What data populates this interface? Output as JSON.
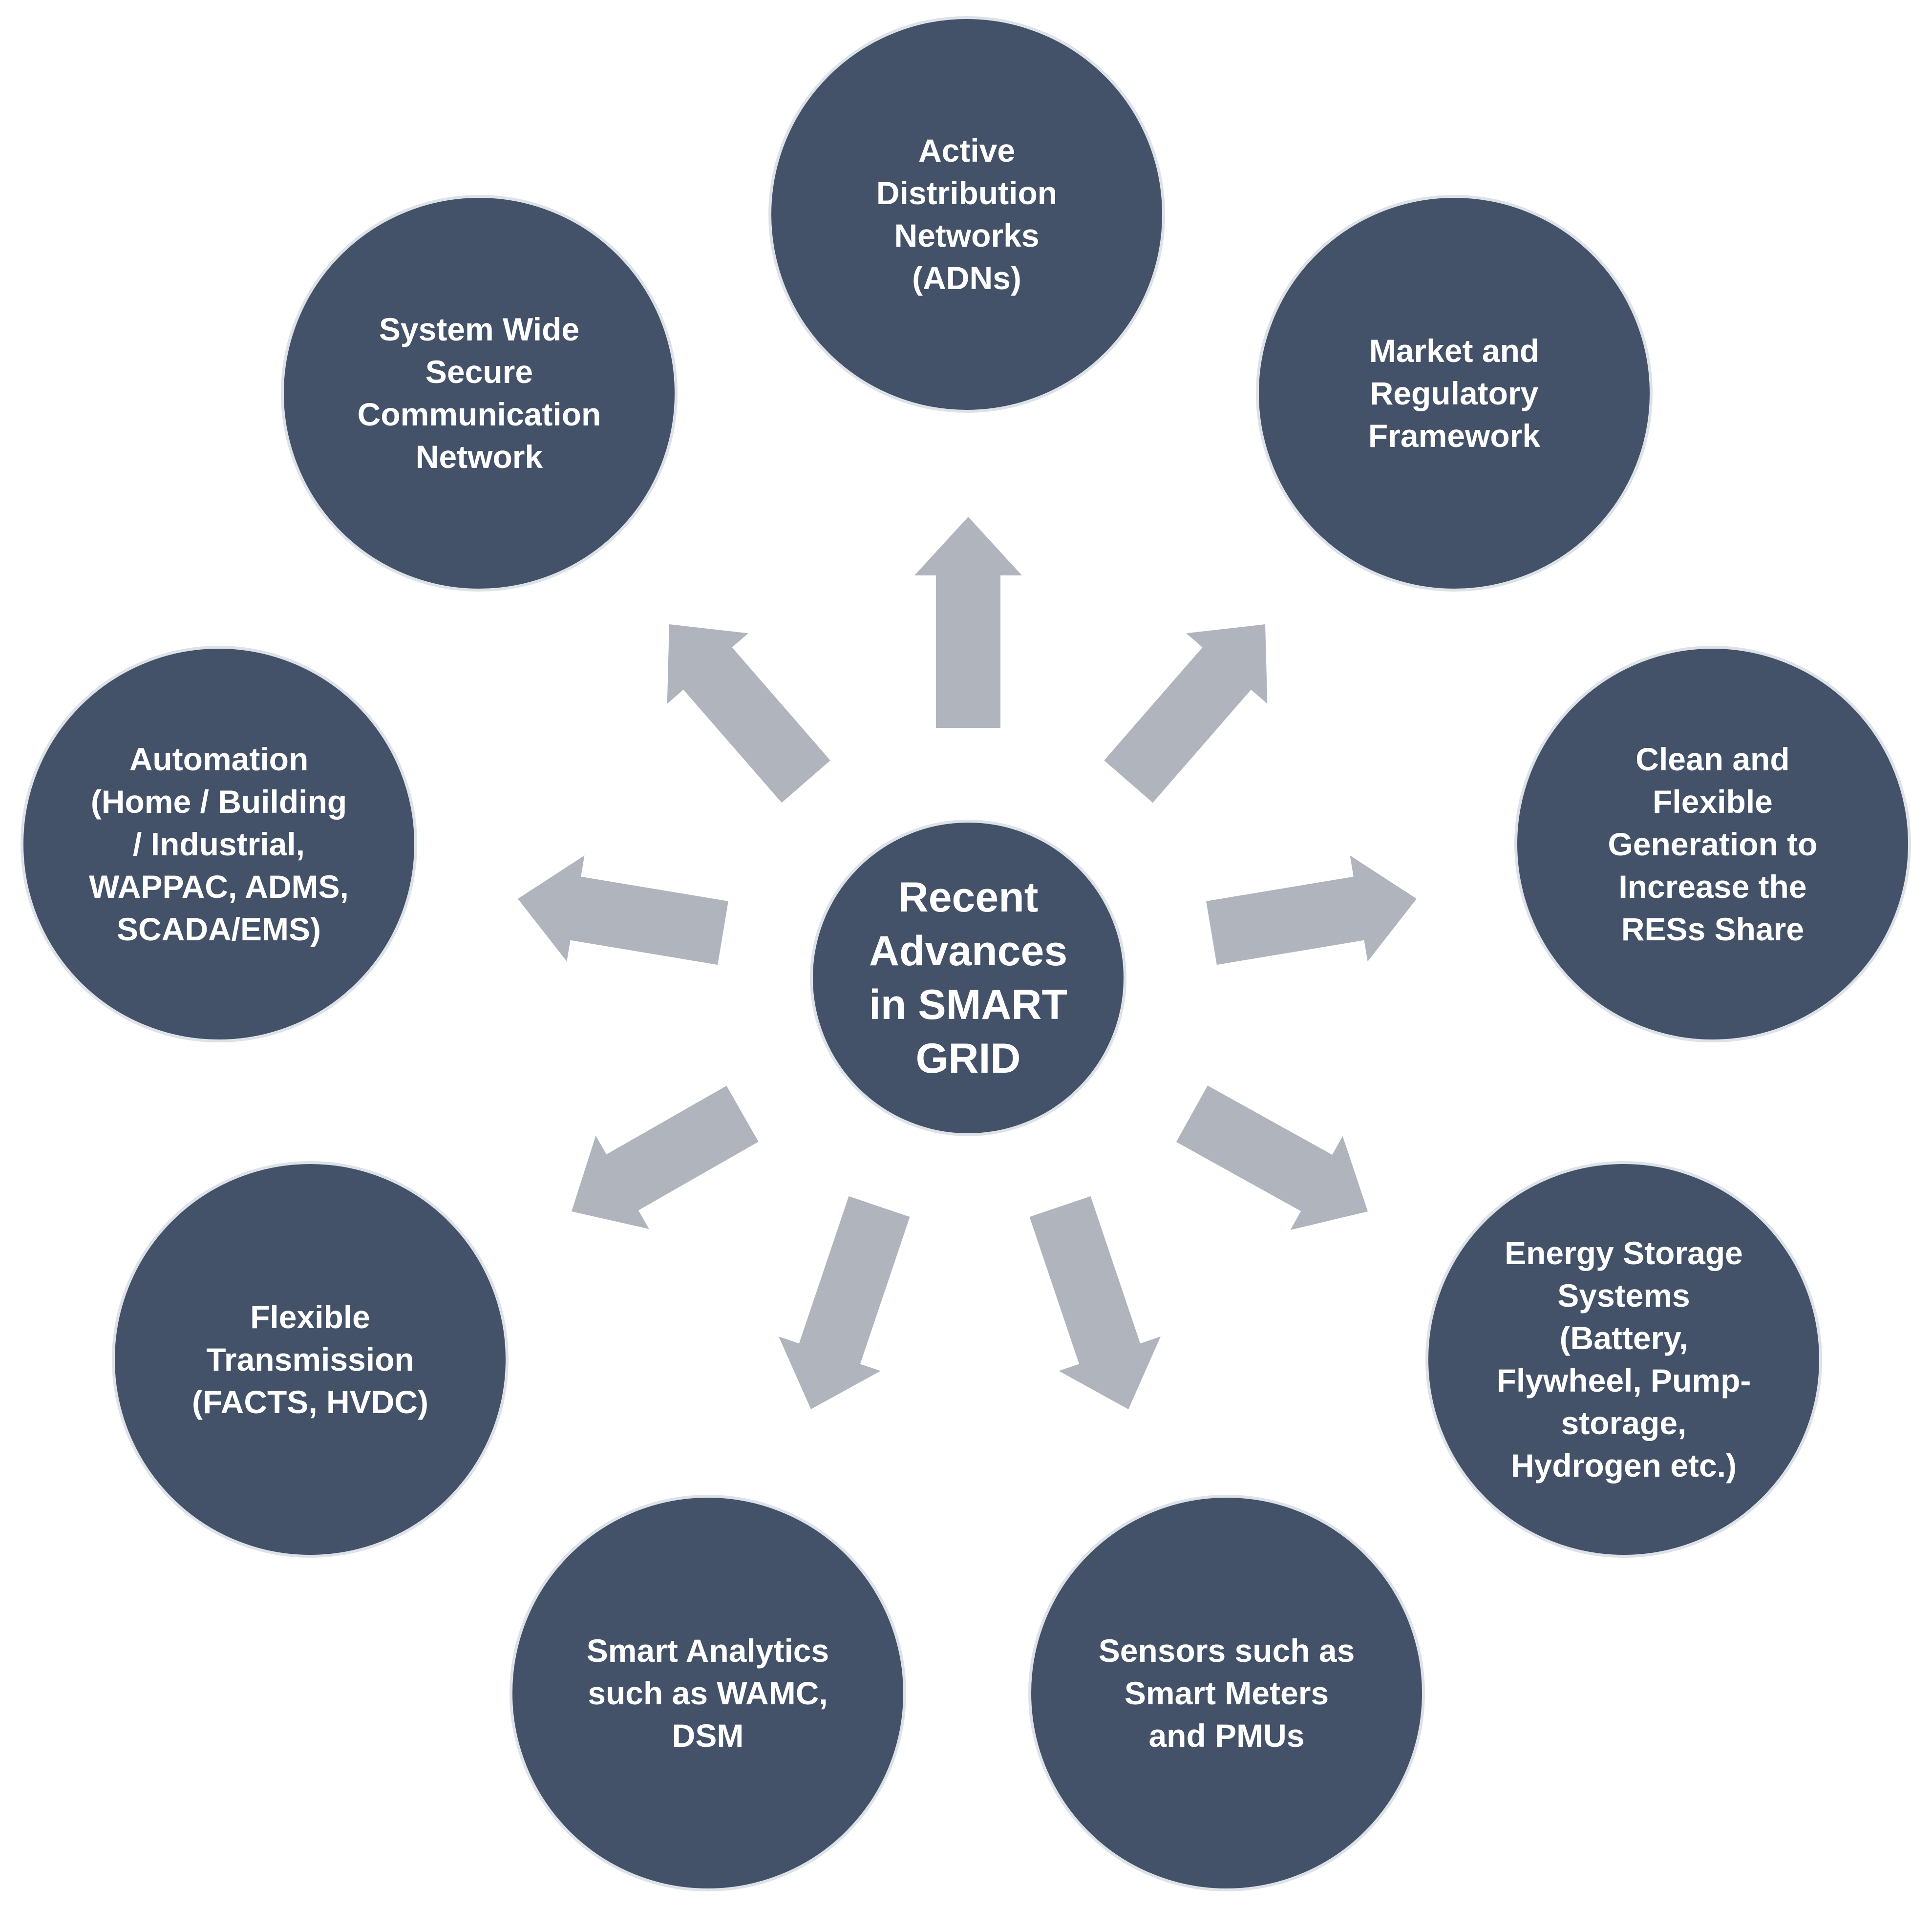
{
  "center": {
    "label": "Recent\nAdvances\nin SMART\nGRID"
  },
  "nodes": [
    {
      "id": "active-distribution-networks",
      "label": "Active\nDistribution\nNetworks\n(ADNs)"
    },
    {
      "id": "market-regulatory-framework",
      "label": "Market and\nRegulatory\nFramework"
    },
    {
      "id": "clean-flexible-generation",
      "label": "Clean and\nFlexible\nGeneration to\nIncrease the\nRESs Share"
    },
    {
      "id": "energy-storage-systems",
      "label": "Energy Storage\nSystems\n(Battery,\nFlywheel, Pump-\nstorage,\nHydrogen etc.)"
    },
    {
      "id": "sensors",
      "label": "Sensors such as\nSmart Meters\nand PMUs"
    },
    {
      "id": "smart-analytics",
      "label": "Smart Analytics\nsuch as WAMC,\nDSM"
    },
    {
      "id": "flexible-transmission",
      "label": "Flexible\nTransmission\n(FACTS, HVDC)"
    },
    {
      "id": "automation",
      "label": "Automation\n(Home / Building\n/ Industrial,\nWAPPAC, ADMS,\nSCADA/EMS)"
    },
    {
      "id": "secure-communication-network",
      "label": "System Wide\nSecure\nCommunication\nNetwork"
    }
  ],
  "colors": {
    "node_fill": "#435268",
    "node_border": "#dde2e8",
    "arrow_fill": "#b0b5bd",
    "text": "#ffffff"
  }
}
